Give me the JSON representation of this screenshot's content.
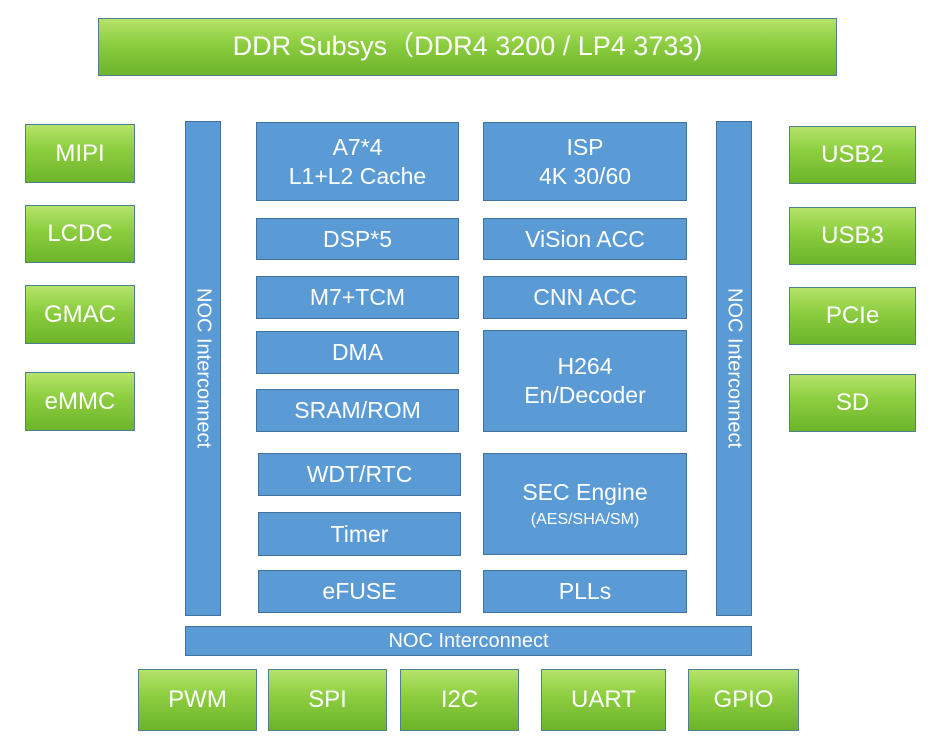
{
  "ddr": "DDR Subsys（DDR4 3200 / LP4 3733)",
  "left_io": [
    "MIPI",
    "LCDC",
    "GMAC",
    "eMMC"
  ],
  "right_io": [
    "USB2",
    "USB3",
    "PCIe",
    "SD"
  ],
  "bottom_io": [
    "PWM",
    "SPI",
    "I2C",
    "UART",
    "GPIO"
  ],
  "noc": {
    "left": "NOC Interconnect",
    "right": "NOC Interconnect",
    "bottom": "NOC Interconnect"
  },
  "core_left": {
    "a7_line1": "A7*4",
    "a7_line2": "L1+L2 Cache",
    "dsp": "DSP*5",
    "m7": "M7+TCM",
    "dma": "DMA",
    "sram": "SRAM/ROM",
    "wdt": "WDT/RTC",
    "timer": "Timer",
    "efuse": "eFUSE"
  },
  "core_right": {
    "isp_line1": "ISP",
    "isp_line2": "4K 30/60",
    "vision": "ViSion ACC",
    "cnn": "CNN ACC",
    "h264_line1": "H264",
    "h264_line2": "En/Decoder",
    "sec_line1": "SEC Engine",
    "sec_line2": "(AES/SHA/SM)",
    "plls": "PLLs"
  },
  "colors": {
    "green_top": "#b4e36a",
    "green_bottom": "#6cb42a",
    "blue": "#5b9bd5",
    "border_blue": "#41719c"
  }
}
